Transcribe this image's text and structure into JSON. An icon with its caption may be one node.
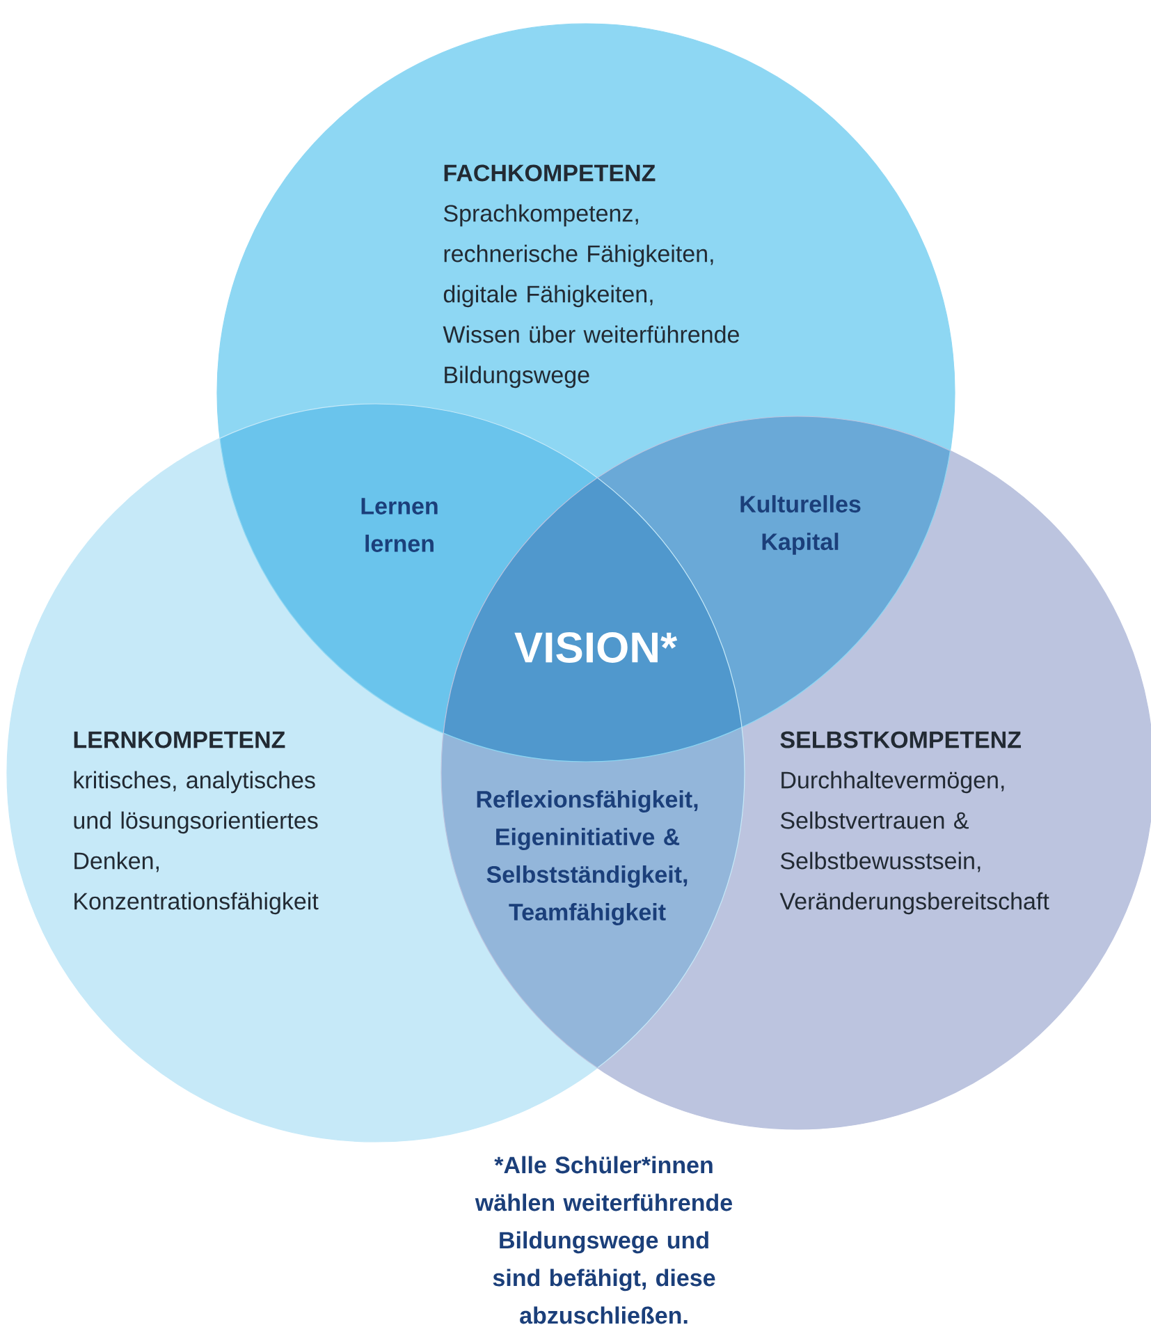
{
  "diagram": {
    "caption": "*Alle Schüler*innen wählen weiterführende Bildungswege und sind befähigt, diese abzuschließen.",
    "nodes": [
      {
        "text": [
          "FACHKOMPETENZ",
          "Sprachkompetenz, rechnerische Fähigkeiten, digitale Fähigkeiten, Wissen über weiterführende Bildungswege"
        ]
      },
      {
        "text": [
          "LERNKOMPETENZ",
          "kritisches, analytisches und lösungsorientiertes Denken, Konzentrationsfähigkeit"
        ]
      },
      {
        "text": [
          "SELBSTKOMPETENZ",
          "Durchhaltevermögen, Selbstvertrauen & Selbstbewusstsein, Veränderungsbereitschaft"
        ]
      }
    ],
    "labels": [
      "Lernen lernen",
      "Kulturelles Kapital",
      "VISION*",
      "Reflexionsfähigkeit, Eigeninitiative & Selbstständigkeit, Teamfähigkeit"
    ]
  }
}
